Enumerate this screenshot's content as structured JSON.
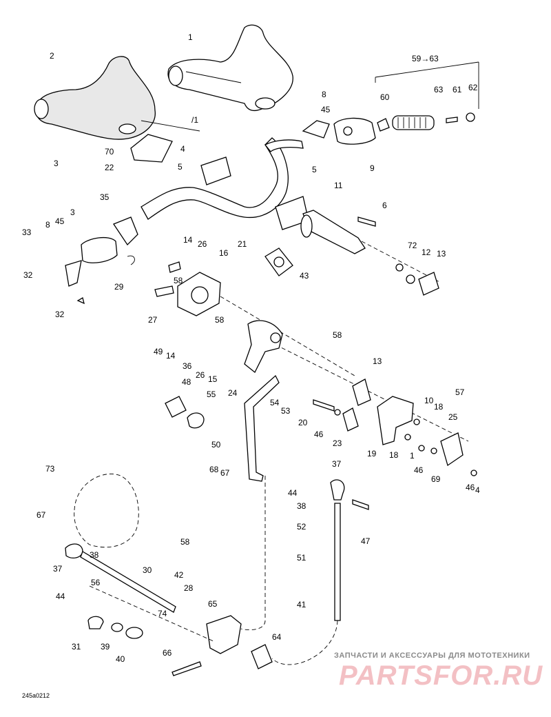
{
  "diagram": {
    "code": "245a0212",
    "watermark": {
      "caption": "ЗАПЧАСТИ И АКСЕССУАРЫ ДЛЯ МОТОТЕХНИКИ",
      "logo": "PARTSFOR.RU"
    },
    "group_label": "59→63",
    "callouts": [
      "1",
      "2",
      "3",
      "/1",
      "70",
      "22",
      "4",
      "5",
      "21",
      "35",
      "3",
      "8",
      "45",
      "33",
      "32",
      "29",
      "32",
      "8",
      "45",
      "60",
      "63",
      "61",
      "62",
      "9",
      "5",
      "11",
      "6",
      "72",
      "12",
      "13",
      "43",
      "14",
      "26",
      "16",
      "58",
      "27",
      "58",
      "49",
      "14",
      "36",
      "26",
      "15",
      "48",
      "55",
      "58",
      "24",
      "54",
      "53",
      "13",
      "20",
      "46",
      "23",
      "10",
      "18",
      "57",
      "25",
      "19",
      "18",
      "1",
      "46",
      "69",
      "46",
      "4",
      "50",
      "68",
      "67",
      "37",
      "44",
      "38",
      "52",
      "47",
      "51",
      "41",
      "73",
      "67",
      "58",
      "38",
      "30",
      "42",
      "56",
      "28",
      "37",
      "44",
      "74",
      "31",
      "39",
      "40",
      "65",
      "64",
      "66"
    ]
  }
}
